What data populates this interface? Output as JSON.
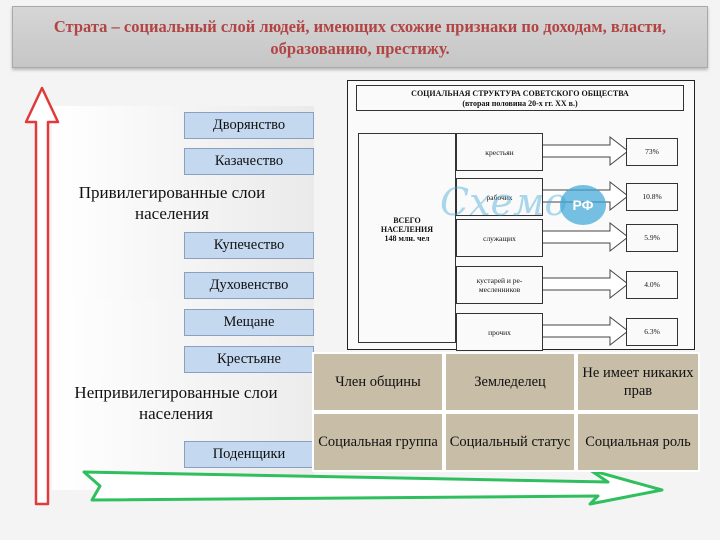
{
  "title": "Страта – социальный слой людей, имеющих схожие признаки по доходам, власти, образованию, престижу.",
  "ranks": {
    "nobility": "Дворянство",
    "cossacks": "Казачество",
    "merchants": "Купечество",
    "clergy": "Духовенство",
    "townsfolk": "Мещане",
    "peasants": "Крестьяне",
    "daylaborers": "Поденщики"
  },
  "groups": {
    "privileged": "Привилегированные слои населения",
    "unprivileged": "Непривилегированные слои населения"
  },
  "grid": {
    "r1c1": "Член общины",
    "r1c2": "Земледелец",
    "r1c3": "Не имеет никаких прав",
    "r2c1": "Социальная группа",
    "r2c2": "Социальный статус",
    "r2c3": "Социальная роль"
  },
  "scan": {
    "heading": "СОЦИАЛЬНАЯ СТРУКТУРА СОВЕТСКОГО ОБЩЕСТВА",
    "subheading": "(вторая половина 20-х гг. XX в.)",
    "total_line1": "ВСЕГО",
    "total_line2": "НАСЕЛЕНИЯ",
    "total_line3": "148 млн. чел",
    "rows": [
      {
        "label": "крестьян",
        "pct": "73%"
      },
      {
        "label": "рабочих",
        "pct": "10.8%"
      },
      {
        "label": "служащих",
        "pct": "5.9%"
      },
      {
        "label": "кустарей и ре-месленников",
        "pct": "4.0%"
      },
      {
        "label": "прочих",
        "pct": "6.3%"
      }
    ]
  },
  "watermark": {
    "text": "Схемо",
    "badge": "РФ"
  },
  "colors": {
    "title": "#b24444",
    "arrow_fill": "#ffffff",
    "arrow_stroke": "#e03a3a",
    "base_arrow": "#2fbf5f",
    "rank_fill": "#c4d8f0",
    "cell_fill": "#c8bda7"
  }
}
